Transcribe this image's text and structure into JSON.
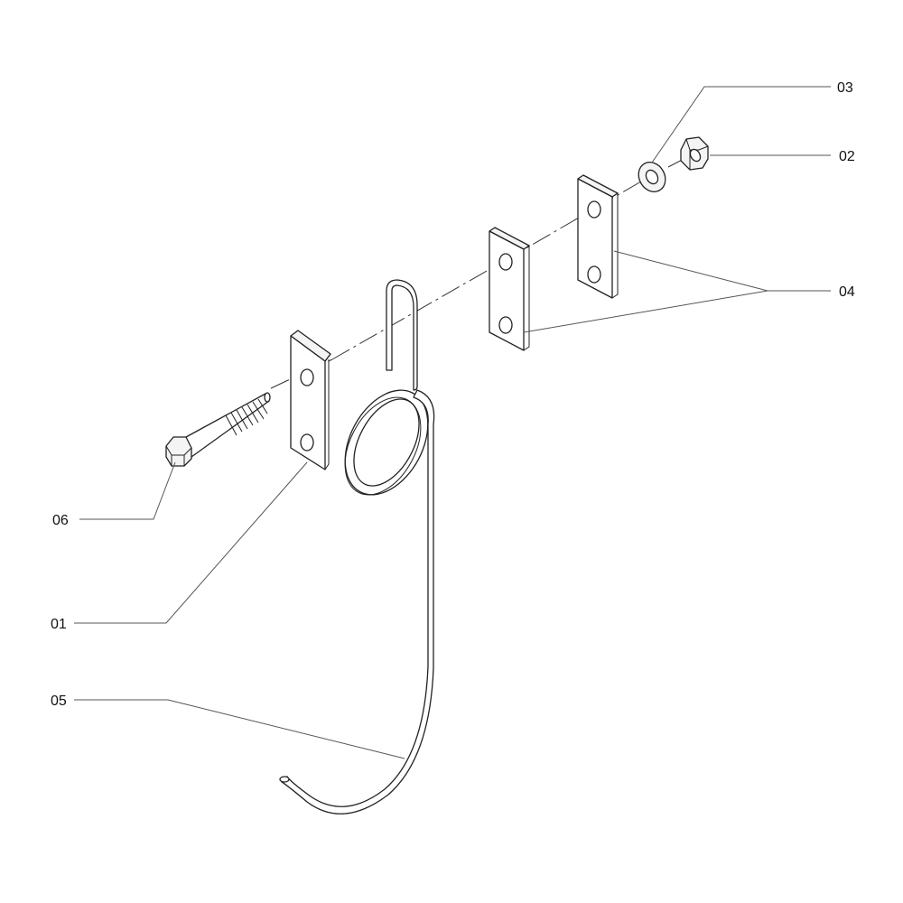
{
  "callouts": [
    {
      "id": "03",
      "label": "03"
    },
    {
      "id": "02",
      "label": "02"
    },
    {
      "id": "04",
      "label": "04"
    },
    {
      "id": "06",
      "label": "06"
    },
    {
      "id": "01",
      "label": "01"
    },
    {
      "id": "05",
      "label": "05"
    }
  ]
}
